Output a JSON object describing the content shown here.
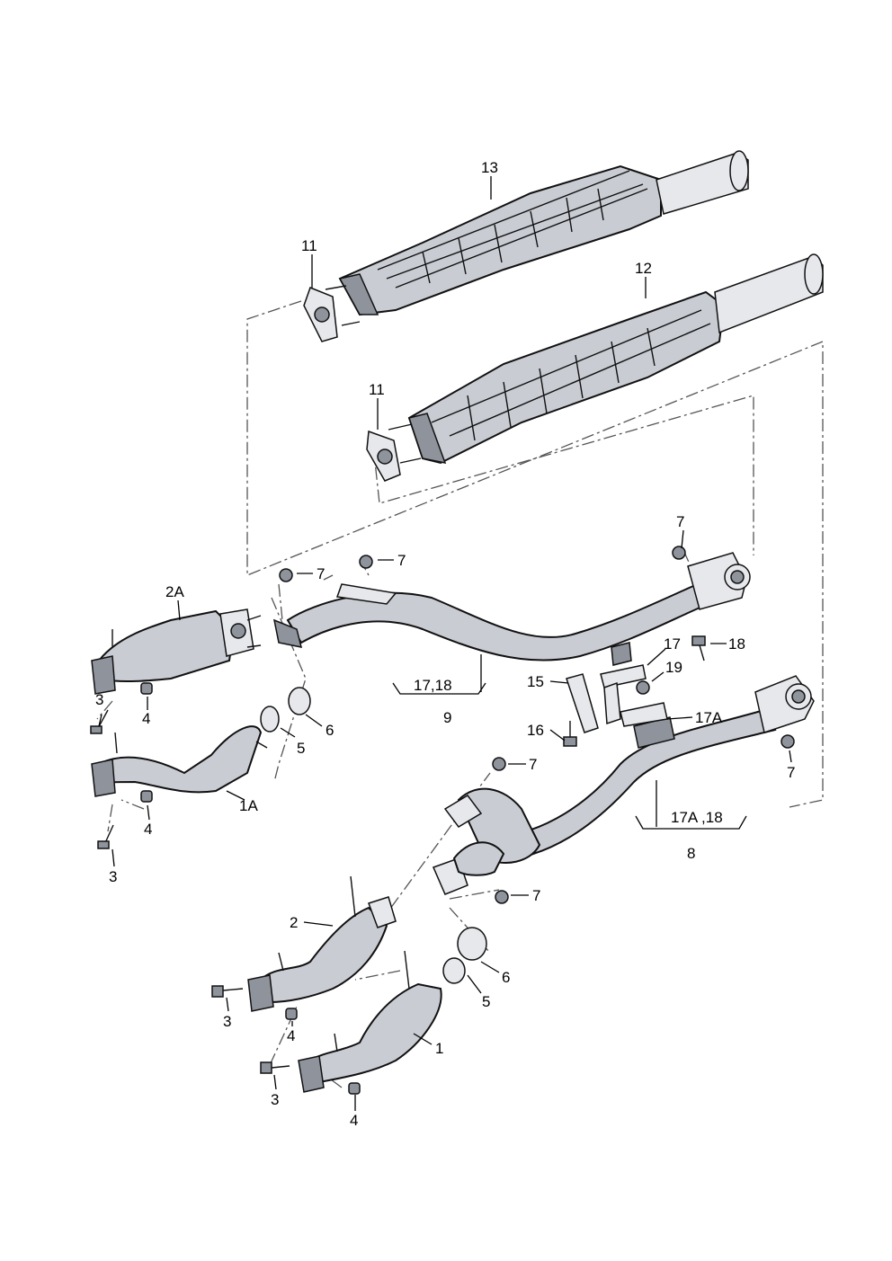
{
  "callouts": {
    "p13": "13",
    "p11_top": "11",
    "p12": "12",
    "p11_mid": "11",
    "p7_a": "7",
    "p7_b": "7",
    "p7_c": "7",
    "p2A": "2A",
    "p17_18": "17,18",
    "p9": "9",
    "p17": "17",
    "p18": "18",
    "p15": "15",
    "p19": "19",
    "p17A": "17A",
    "p3_a": "3",
    "p4_a": "4",
    "p6_a": "6",
    "p16": "16",
    "p5_a": "5",
    "p7_d": "7",
    "p7_e": "7",
    "p1A": "1A",
    "p17A_18": "17A ,18",
    "p4_b": "4",
    "p8": "8",
    "p3_b": "3",
    "p7_f": "7",
    "p2": "2",
    "p6_b": "6",
    "p3_c": "3",
    "p5_b": "5",
    "p4_c": "4",
    "p1": "1",
    "p3_d": "3",
    "p4_d": "4"
  }
}
